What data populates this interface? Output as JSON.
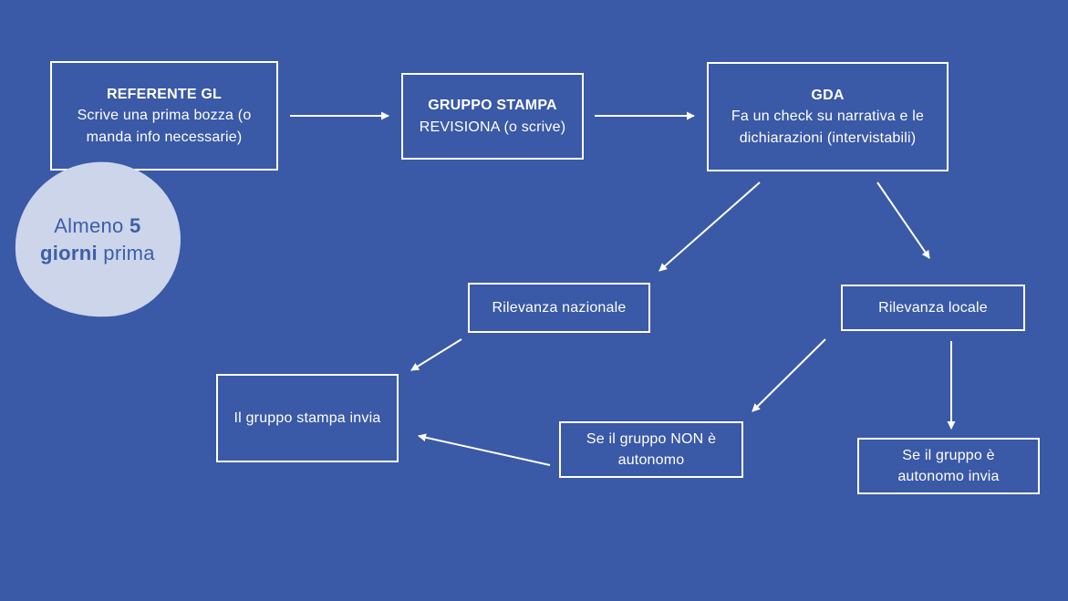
{
  "colors": {
    "background": "#3a59a6",
    "box_border": "#ffffff",
    "box_text": "#ffffff",
    "blob_background": "#ccd5ea",
    "blob_text": "#3d5fa8",
    "arrow": "#ffffff"
  },
  "nodes": {
    "referente": {
      "title": "REFERENTE GL",
      "body": "Scrive una prima bozza (o manda info necessarie)"
    },
    "gruppo_stampa": {
      "title": "GRUPPO STAMPA",
      "body": "REVISIONA (o scrive)"
    },
    "gda": {
      "title": "GDA",
      "body": "Fa un check su narrativa e le dichiarazioni (intervistabili)"
    },
    "rilevanza_nazionale": {
      "label": "Rilevanza nazionale"
    },
    "rilevanza_locale": {
      "label": "Rilevanza locale"
    },
    "gruppo_stampa_invia": {
      "label": "Il gruppo stampa invia"
    },
    "gruppo_non_autonomo": {
      "label": "Se il gruppo NON è autonomo"
    },
    "gruppo_autonomo": {
      "label": "Se il gruppo è autonomo invia"
    }
  },
  "badge": {
    "word1": "Almeno",
    "num": "5",
    "word2": "giorni",
    "word3": "prima"
  }
}
